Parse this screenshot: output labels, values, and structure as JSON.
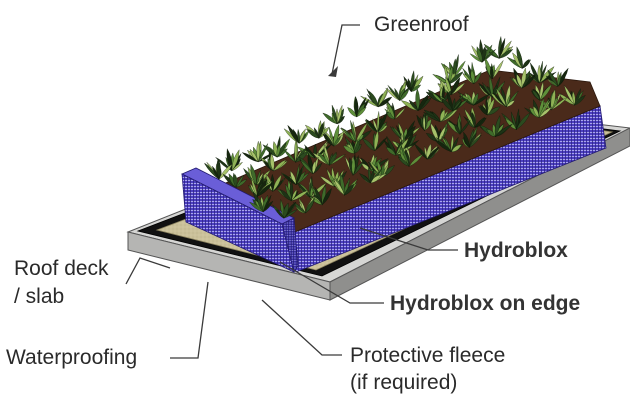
{
  "labels": {
    "greenroof": "Greenroof",
    "hydroblox": "Hydroblox",
    "hydroblox_edge": "Hydroblox on edge",
    "roof_deck_line1": "Roof deck",
    "roof_deck_line2": "/ slab",
    "waterproofing": "Waterproofing",
    "fleece_line1": "Protective fleece",
    "fleece_line2": "(if required)"
  },
  "colors": {
    "slab_top": "#d6d6d4",
    "slab_side": "#8f8f8d",
    "waterproofing": "#111111",
    "fleece": "#cbc19a",
    "hydroblox": "#4c3fc2",
    "soil": "#4a2a1a",
    "plant_dark": "#16260f",
    "plant_light": "#a7c26a"
  }
}
